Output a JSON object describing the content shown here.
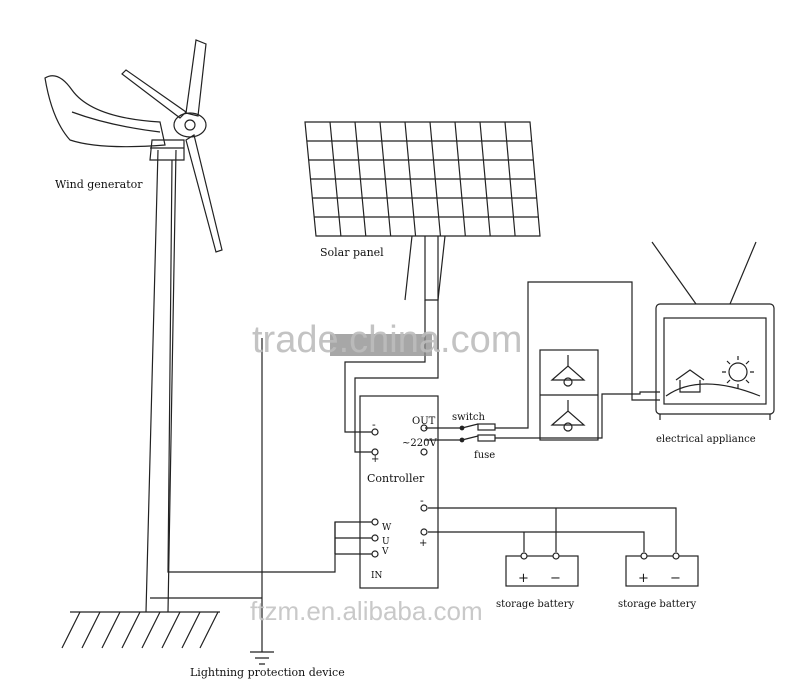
{
  "labels": {
    "wind_generator": "Wind generator",
    "solar_panel": "Solar panel",
    "controller": "Controller",
    "out": "OUT",
    "v220": "~220V",
    "switch": "switch",
    "fuse": "fuse",
    "electrical_appliance": "electrical appliance",
    "battery1": "storage battery",
    "battery2": "storage battery",
    "lightning": "Lightning protection device",
    "minus": "-",
    "plus": "+",
    "w": "W",
    "u": "U",
    "v": "V",
    "in": "IN",
    "bat_plus": "+",
    "bat_minus": "−"
  },
  "watermarks": {
    "top": "trade.china.com",
    "bottom": "ftzm.en.alibaba.com"
  },
  "colors": {
    "line": "#222222",
    "watermark": "#b9b9b9"
  }
}
